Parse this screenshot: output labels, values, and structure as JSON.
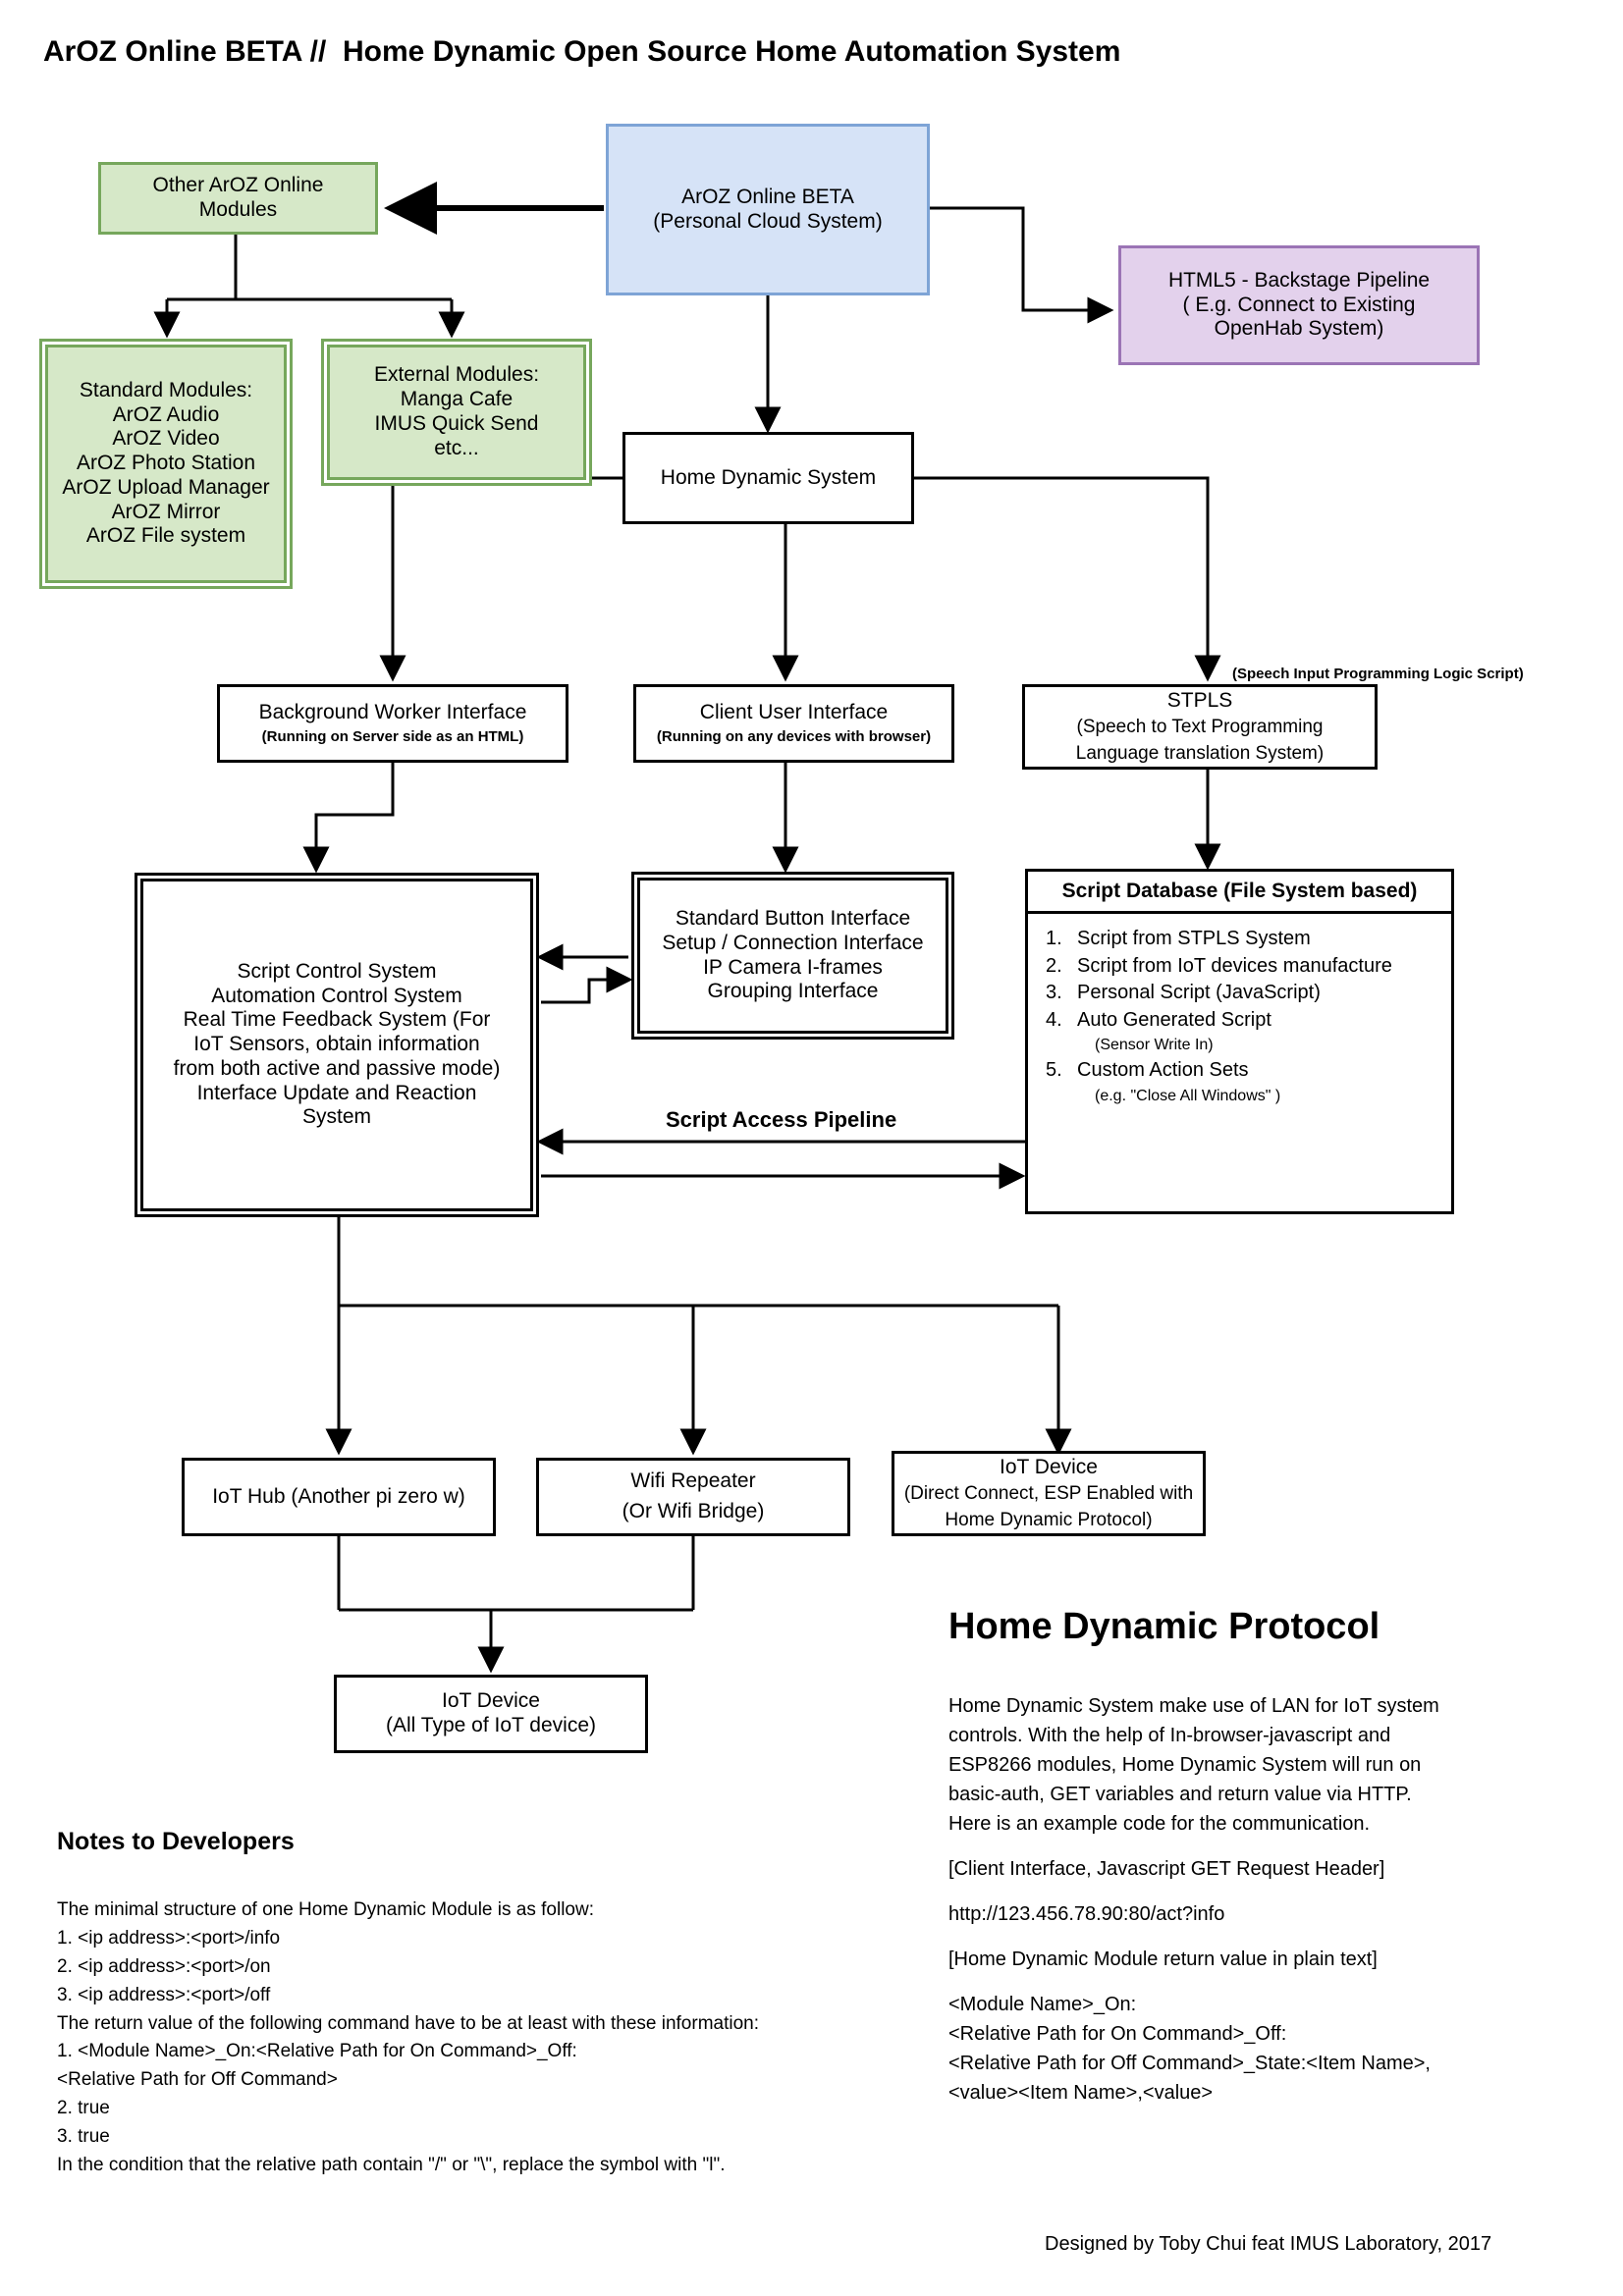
{
  "title": "ArOZ Online BETA //  Home Dynamic Open Source Home Automation System",
  "colors": {
    "green_fill": "#d6e8c8",
    "green_border": "#76a75c",
    "blue_fill": "#d6e3f7",
    "blue_border": "#7ea4d6",
    "purple_fill": "#e3d1ec",
    "purple_border": "#9b74b5",
    "line": "#000000"
  },
  "nodes": {
    "aroz_online": {
      "line1": "ArOZ Online BETA",
      "line2": "(Personal Cloud System)"
    },
    "other_modules": {
      "line1": "Other ArOZ Online",
      "line2": "Modules"
    },
    "html5_pipeline": {
      "line1": "HTML5 - Backstage Pipeline",
      "line2": "( E.g. Connect to Existing",
      "line3": "OpenHab System)"
    },
    "standard_modules": {
      "line1": "Standard Modules:",
      "line2": "ArOZ Audio",
      "line3": "ArOZ Video",
      "line4": "ArOZ Photo Station",
      "line5": "ArOZ Upload Manager",
      "line6": "ArOZ Mirror",
      "line7": "ArOZ File system"
    },
    "external_modules": {
      "line1": "External Modules:",
      "line2": "Manga Cafe",
      "line3": "IMUS Quick Send",
      "line4": "etc..."
    },
    "home_dynamic_system": {
      "line1": "Home Dynamic System"
    },
    "background_worker": {
      "line1": "Background Worker Interface",
      "line2": "(Running on Server side as an HTML)"
    },
    "client_user_interface": {
      "line1": "Client User Interface",
      "line2": "(Running on any devices with browser)"
    },
    "stpls": {
      "line1": "STPLS",
      "line2": "(Speech to Text Programming",
      "line3": "Language translation System)"
    },
    "stpls_annotation": "(Speech Input Programming Logic Script)",
    "script_control": {
      "line1": "Script Control System",
      "line2": "Automation Control System",
      "line3": "Real Time Feedback System (For",
      "line4": "IoT Sensors, obtain information",
      "line5": "from both active and passive mode)",
      "line6": "Interface Update and Reaction",
      "line7": "System"
    },
    "standard_button": {
      "line1": "Standard Button Interface",
      "line2": "Setup / Connection Interface",
      "line3": "IP Camera I-frames",
      "line4": "Grouping Interface"
    },
    "script_access_pipeline": "Script Access Pipeline",
    "iot_hub": {
      "line1": "IoT Hub (Another pi zero w)"
    },
    "wifi_repeater": {
      "line1": "Wifi Repeater",
      "line2": "(Or Wifi Bridge)"
    },
    "iot_device_direct": {
      "line1": "IoT Device",
      "line2": "(Direct Connect, ESP Enabled with",
      "line3": "Home Dynamic Protocol)"
    },
    "iot_device_all": {
      "line1": "IoT Device",
      "line2": "(All Type of IoT device)"
    }
  },
  "script_database": {
    "title": "Script Database (File System based)",
    "items": [
      {
        "num": "1.",
        "text": "Script from STPLS System",
        "note": ""
      },
      {
        "num": "2.",
        "text": "Script from IoT devices manufacture",
        "note": ""
      },
      {
        "num": "3.",
        "text": "Personal Script (JavaScript)",
        "note": ""
      },
      {
        "num": "4.",
        "text": "Auto Generated Script",
        "note": "(Sensor Write In)"
      },
      {
        "num": "5.",
        "text": "Custom Action Sets",
        "note": "(e.g. \"Close All Windows\" )"
      }
    ]
  },
  "notes": {
    "heading": "Notes to Developers",
    "line1": "The minimal structure of one Home Dynamic Module is as follow:",
    "line2": "1. <ip address>:<port>/info",
    "line3": "2. <ip address>:<port>/on",
    "line4": "3. <ip address>:<port>/off",
    "line5": "The return value of the following command have to be at least with these information:",
    "line6": "1. <Module Name>_On:<Relative Path for On Command>_Off:",
    "line7": "<Relative Path for Off Command>",
    "line8": "2. true",
    "line9": "3. true",
    "line10": "In the condition that the relative path contain \"/\" or \"\\\", replace the symbol with \"l\"."
  },
  "protocol": {
    "heading": "Home Dynamic Protocol",
    "p1_l1": "Home Dynamic System make use of LAN for IoT system",
    "p1_l2": "controls. With the help of In-browser-javascript and",
    "p1_l3": "ESP8266 modules, Home Dynamic System will run on",
    "p1_l4": "basic-auth, GET variables and return value via HTTP.",
    "p1_l5": "Here is an example code for the communication.",
    "p2": "[Client Interface, Javascript GET Request Header]",
    "p3": "http://123.456.78.90:80/act?info",
    "p4": "[Home Dynamic Module return value in plain text]",
    "p5_l1": "<Module Name>_On:",
    "p5_l2": "<Relative Path for On Command>_Off:",
    "p5_l3": "<Relative Path for Off Command>_State:<Item Name>,",
    "p5_l4": "<value><Item Name>,<value>"
  },
  "credit": "Designed by Toby Chui feat IMUS Laboratory, 2017"
}
